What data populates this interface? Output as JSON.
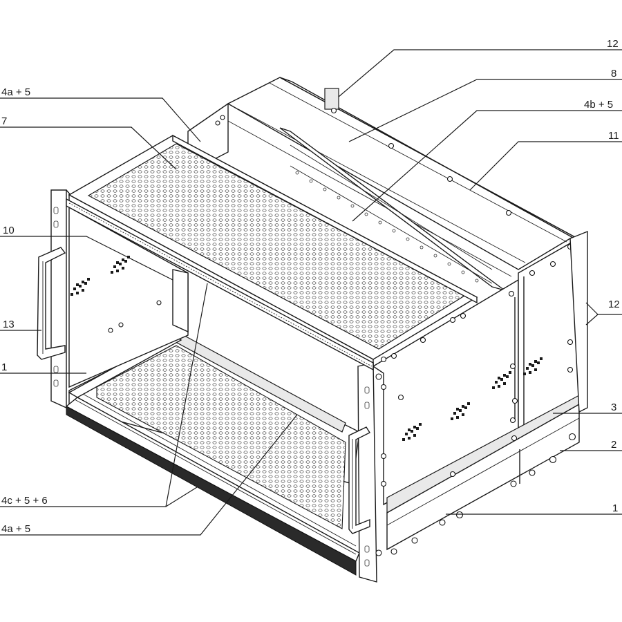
{
  "labels": {
    "l12_top": "12",
    "l8": "8",
    "l4b5": "4b + 5",
    "l11": "11",
    "l4a5_top": "4a + 5",
    "l7": "7",
    "l10": "10",
    "l13": "13",
    "l1_left": "1",
    "l12_right": "12",
    "l3": "3",
    "l2": "2",
    "l1_right": "1",
    "l4c56": "4c + 5 + 6",
    "l4a5_bottom": "4a + 5"
  }
}
